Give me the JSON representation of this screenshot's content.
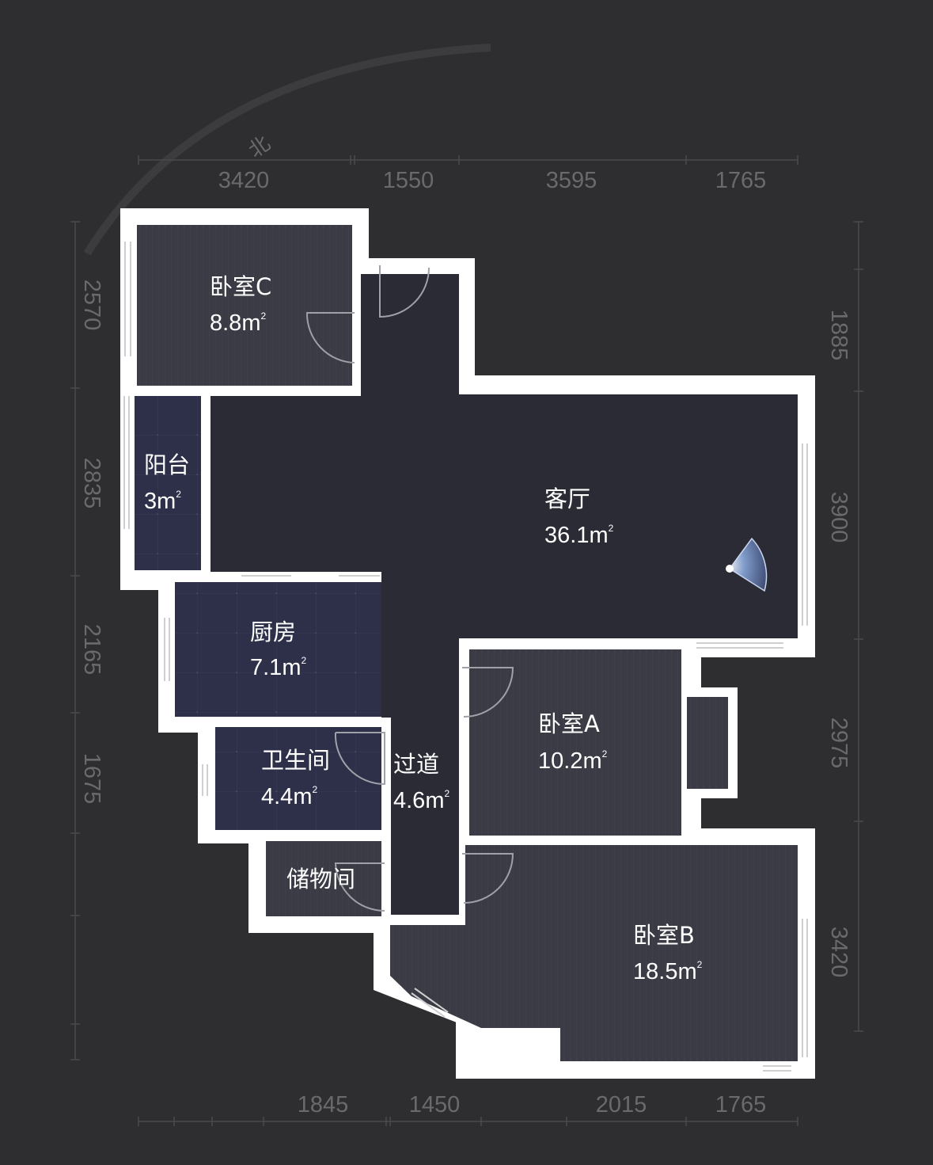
{
  "compass": {
    "north_label": "北"
  },
  "dimensions": {
    "top": [
      "3420",
      "1550",
      "3595",
      "1765"
    ],
    "bottom": [
      "1845",
      "1450",
      "2015",
      "1765"
    ],
    "left": [
      "2570",
      "2835",
      "2165",
      "1675"
    ],
    "right": [
      "1885",
      "3900",
      "2975",
      "3420"
    ]
  },
  "rooms": {
    "bedroom_c": {
      "name": "卧室C",
      "area": "8.8m",
      "unit_sup": "2"
    },
    "balcony": {
      "name": "阳台",
      "area": "3m",
      "unit_sup": "2"
    },
    "living_room": {
      "name": "客厅",
      "area": "36.1m",
      "unit_sup": "2"
    },
    "kitchen": {
      "name": "厨房",
      "area": "7.1m",
      "unit_sup": "2"
    },
    "bathroom": {
      "name": "卫生间",
      "area": "4.4m",
      "unit_sup": "2"
    },
    "hallway": {
      "name": "过道",
      "area": "4.6m",
      "unit_sup": "2"
    },
    "storage": {
      "name": "储物间"
    },
    "bedroom_a": {
      "name": "卧室A",
      "area": "10.2m",
      "unit_sup": "2"
    },
    "bedroom_b": {
      "name": "卧室B",
      "area": "18.5m",
      "unit_sup": "2"
    }
  },
  "colors": {
    "background": "#2e2e30",
    "wall": "#ffffff",
    "bedroom_floor": "#3b3b45",
    "tile_floor": "#2d3048",
    "hall_floor": "#2b2b35",
    "view_cone": "#8fb0e6"
  }
}
